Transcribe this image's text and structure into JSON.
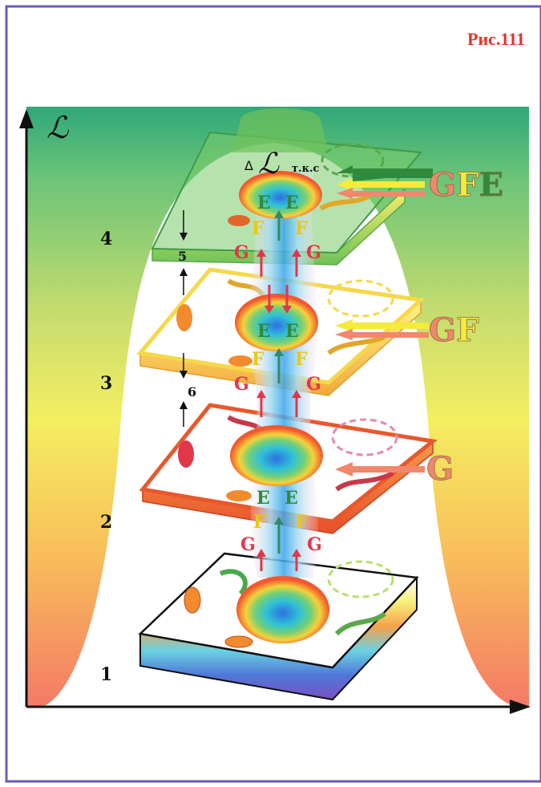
{
  "figure": {
    "label": "Рис.111"
  },
  "axes": {
    "y_label": "ℒ"
  },
  "delta": {
    "symbol": "Δ",
    "main": "ℒ",
    "sub": "т.к.с"
  },
  "levels": [
    {
      "number": "1"
    },
    {
      "number": "2"
    },
    {
      "number": "3"
    },
    {
      "number": "4"
    }
  ],
  "gaps": [
    {
      "number": "5"
    },
    {
      "number": "6"
    }
  ],
  "letters": {
    "g": "G",
    "f": "F",
    "e": "E"
  },
  "inputs": [
    {
      "label": "GFE",
      "letters": [
        "G",
        "F",
        "E"
      ]
    },
    {
      "label": "GF",
      "letters": [
        "G",
        "F"
      ]
    },
    {
      "label": "G",
      "letters": [
        "G"
      ]
    }
  ],
  "colors": {
    "frame": "#6d5ab5",
    "g": "#f1876d",
    "f": "#f4ec3a",
    "e": "#2f8a3c",
    "layer_top": "#8cd66e",
    "layer_3": "#fbe86a",
    "layer_2": "#f36b3a",
    "column": "#5cc0ef",
    "figure_label": "#e2352b"
  }
}
